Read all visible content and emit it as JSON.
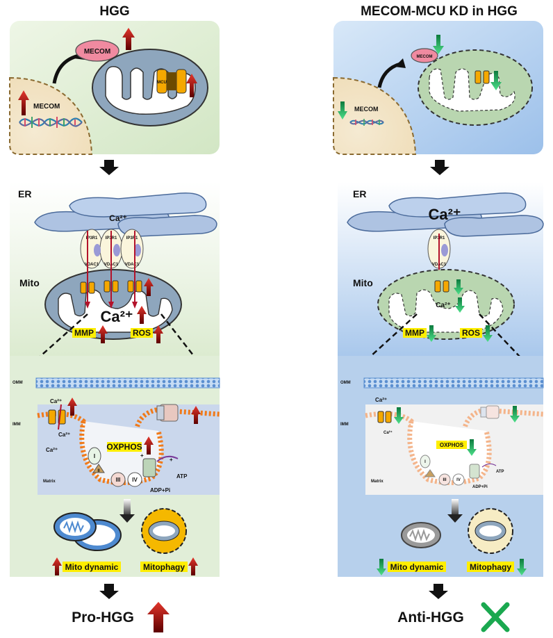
{
  "left": {
    "title": "HGG",
    "mecom_protein": "MECOM",
    "mecom_gene": "MECOM",
    "mcu": "MCU",
    "er": "ER",
    "ca_er": "Ca2+",
    "ip3r": "IP3R1",
    "vdac": "VDAC1",
    "mito": "Mito",
    "ca_mito": "Ca2+",
    "mmp": "MMP",
    "ros": "ROS",
    "omm": "OMM",
    "imm": "IMM",
    "ca_a": "Ca2+",
    "ca_b": "Ca2+",
    "ca_c": "Ca2+",
    "oxphos": "OXPHOS",
    "complex_i": "I",
    "complex_ii": "II",
    "complex_iii": "III",
    "complex_iv": "IV",
    "atp": "ATP",
    "adp": "ADP+Pi",
    "matrix": "Matrix",
    "mito_dynamic": "Mito dynamic",
    "mitophagy": "Mitophagy",
    "outcome": "Pro-HGG"
  },
  "right": {
    "title": "MECOM-MCU KD in HGG",
    "mecom_protein": "MECOM",
    "mecom_gene": "MECOM",
    "er": "ER",
    "ca_er": "Ca2+",
    "ip3r": "IP3R1",
    "vdac": "VDAC1",
    "mito": "Mito",
    "ca_mito": "Ca2+",
    "mmp": "MMP",
    "ros": "ROS",
    "omm": "OMM",
    "imm": "IMM",
    "ca_a": "Ca2+",
    "ca_b": "Ca2+",
    "oxphos": "OXPHOS",
    "complex_i": "I",
    "complex_iii": "III",
    "complex_iv": "IV",
    "atp": "ATP",
    "adp": "ADP+Pi",
    "matrix": "Matrix",
    "mito_dynamic": "Mito dynamic",
    "mitophagy": "Mitophagy",
    "outcome": "Anti-HGG"
  },
  "colors": {
    "up_arrow": "#8b0000",
    "down_arrow": "#1f9d55",
    "highlight": "#ffee00",
    "left_panel": "#dcebd0",
    "right_panel": "#a9c8ec",
    "mito_normal": "#8ea6bd",
    "mito_kd": "#b9d6b0",
    "cross": "#1aa84f"
  }
}
